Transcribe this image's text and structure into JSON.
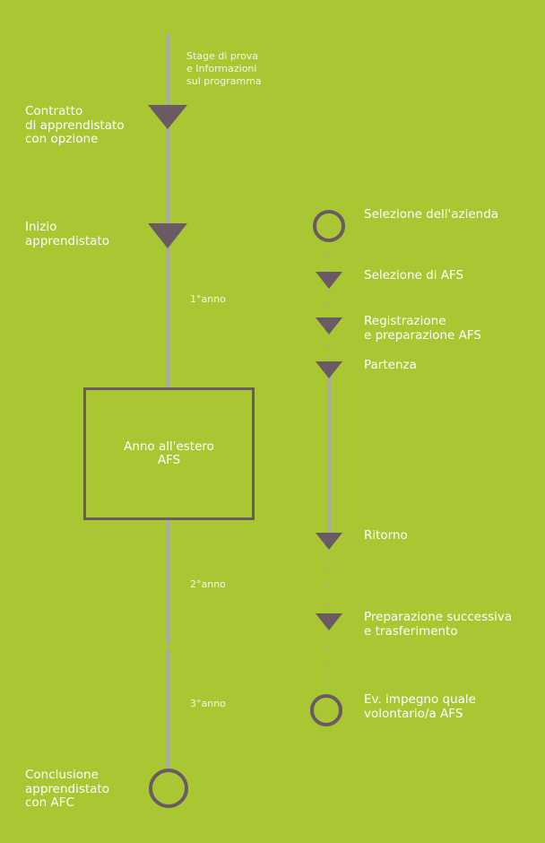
{
  "colors": {
    "background": "#A8C732",
    "line": "#A9A9A9",
    "marker": "#6B5A63",
    "text": "#FFFFFF"
  },
  "main_timeline": {
    "stage_note": "Stage di prova\ne Informazioni\nsul programma",
    "milestones": [
      {
        "label": "Contratto\ndi apprendistato\ncon opzione",
        "marker": "triangle"
      },
      {
        "label": "Inizio\napprendistato",
        "marker": "triangle"
      },
      {
        "label": "Conclusione\napprendistato\ncon AFC",
        "marker": "circle"
      }
    ],
    "years": [
      "1°anno",
      "2°anno",
      "3°anno"
    ],
    "box_label": "Anno all'estero\nAFS"
  },
  "afs_timeline": {
    "steps": [
      {
        "label": "Selezione dell'azienda",
        "marker": "circle"
      },
      {
        "label": "Selezione di AFS",
        "marker": "triangle"
      },
      {
        "label": "Registrazione\ne preparazione AFS",
        "marker": "triangle"
      },
      {
        "label": "Partenza",
        "marker": "triangle"
      },
      {
        "label": "Ritorno",
        "marker": "triangle"
      },
      {
        "label": "Preparazione successiva\ne trasferimento",
        "marker": "triangle"
      },
      {
        "label": "Ev. impegno quale\nvolontario/a AFS",
        "marker": "circle"
      }
    ]
  }
}
